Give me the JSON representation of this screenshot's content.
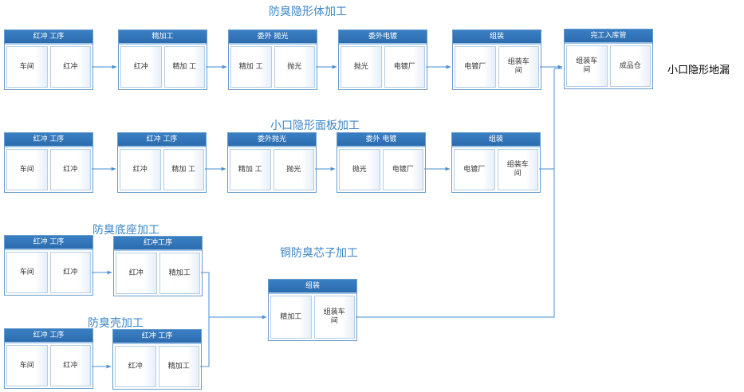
{
  "titles": {
    "row1": "防臭隐形体加工",
    "row2": "小口隐形面板加工",
    "row3": "防臭底座加工",
    "row4": "防臭壳加工",
    "core": "铜防臭芯子加工",
    "product": "小口隐形地漏"
  },
  "row1": [
    {
      "header": "红冲 工序",
      "cells": [
        "车间",
        "红冲"
      ]
    },
    {
      "header": "精加工",
      "cells": [
        "红冲",
        "精加 工"
      ]
    },
    {
      "header": "委外 抛光",
      "cells": [
        "精加 工",
        "抛光"
      ]
    },
    {
      "header": "委外电镀",
      "cells": [
        "抛光",
        "电镀厂"
      ]
    },
    {
      "header": "组装",
      "cells": [
        "电镀厂",
        "组装车间"
      ]
    },
    {
      "header": "完工入库管",
      "cells": [
        "组装车间",
        "成品仓"
      ]
    }
  ],
  "row2": [
    {
      "header": "红冲 工序",
      "cells": [
        "车间",
        "红冲"
      ]
    },
    {
      "header": "红冲 工序",
      "cells": [
        "红冲",
        "精加 工"
      ]
    },
    {
      "header": "委外抛光",
      "cells": [
        "精加 工",
        "抛光"
      ]
    },
    {
      "header": "委外 电镀",
      "cells": [
        "抛光",
        "电镀厂"
      ]
    },
    {
      "header": "组装",
      "cells": [
        "电镀厂",
        "组装车间"
      ]
    }
  ],
  "row3": [
    {
      "header": "红冲 工序",
      "cells": [
        "车间",
        "红冲"
      ]
    },
    {
      "header": "红冲工序",
      "cells": [
        "红冲",
        "精加工"
      ]
    }
  ],
  "row4": [
    {
      "header": "红冲 工序",
      "cells": [
        "车间",
        "红冲"
      ]
    },
    {
      "header": "红冲 工序",
      "cells": [
        "红冲",
        "精加工"
      ]
    }
  ],
  "core": {
    "header": "组装",
    "cells": [
      "精加工",
      "组装车间"
    ]
  },
  "colors": {
    "title": "#3a86c8",
    "header": "#2f74b8",
    "line": "#4a8fd0"
  }
}
